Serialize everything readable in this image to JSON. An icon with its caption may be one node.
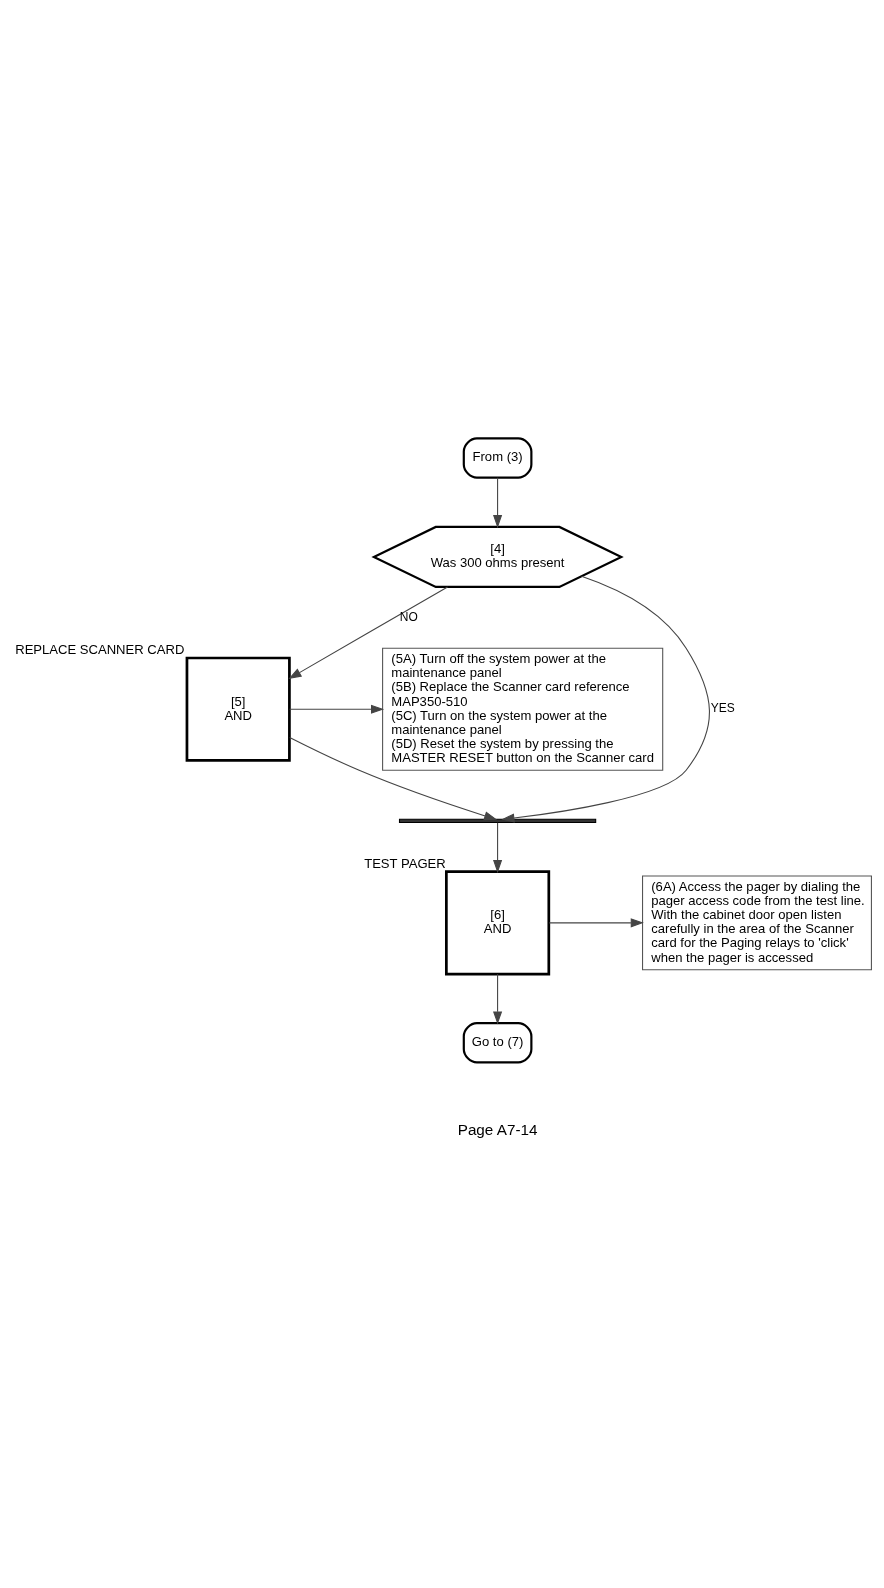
{
  "diagram": {
    "nodes": [
      {
        "text": [
          "From (3)"
        ]
      },
      {
        "text": [
          "[4]",
          "Was 300 ohms present"
        ]
      },
      {
        "text": [
          "[5]",
          "AND"
        ],
        "beside": [
          "REPLACE SCANNER CARD"
        ]
      },
      {
        "text": [
          "(5A) Turn off the system power at the maintenance panel",
          "(5B) Replace the Scanner card reference MAP350-510",
          "(5C) Turn on the system power at the maintenance panel",
          "(5D) Reset the system by pressing the MASTER RESET button on the Scanner card"
        ]
      },
      {
        "text": [],
        "shape": "bar"
      },
      {
        "text": [
          "[6]",
          "AND"
        ],
        "beside": [
          "TEST PAGER"
        ]
      },
      {
        "text": [
          "(6A) Access the pager by dialing the pager access code from the test line. With the cabinet door open listen carefully in the area of the Scanner card for the Paging relays to 'click' when the pager is accessed"
        ]
      },
      {
        "text": [
          "Go to (7)"
        ]
      }
    ],
    "edges": [
      {
        "from": 0,
        "to": 1,
        "arrow": "to"
      },
      {
        "from": 1,
        "to": 2,
        "arrow": "to",
        "label": "NO"
      },
      {
        "from": 1,
        "to": 4,
        "arrow": "to",
        "label": "YES"
      },
      {
        "from": 2,
        "to": 3,
        "arrow": "to"
      },
      {
        "from": 2,
        "to": 4,
        "arrow": "to"
      },
      {
        "from": 4,
        "to": 5,
        "arrow": "to"
      },
      {
        "from": 5,
        "to": 6,
        "arrow": "to"
      },
      {
        "from": 5,
        "to": 7,
        "arrow": "to"
      }
    ],
    "labels": [
      "Page A7-14"
    ]
  }
}
